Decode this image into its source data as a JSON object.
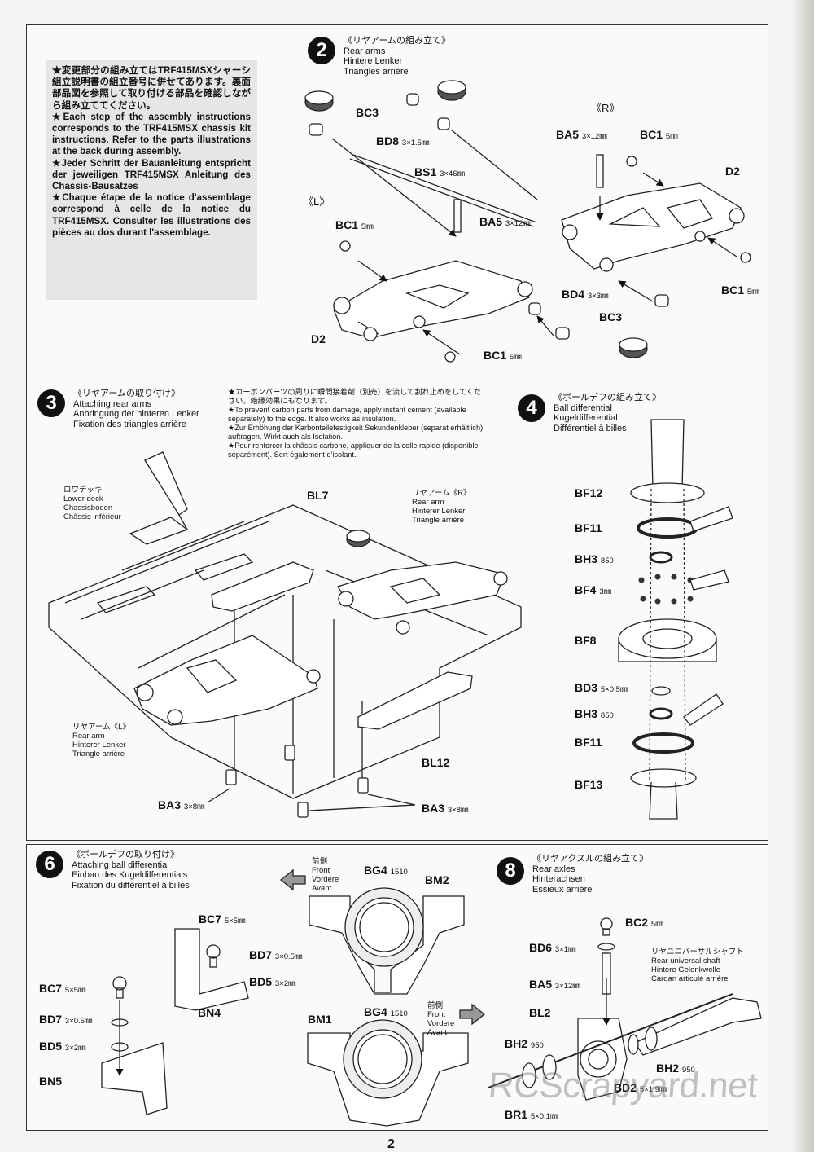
{
  "note": {
    "ja": "★変更部分の組み立てはTRF415MSXシャーシ組立説明書の組立番号に併せてあります。裏面部品図を参照して取り付ける部品を確認しながら組み立ててください。",
    "en": "★Each step of the assembly instructions corresponds to the TRF415MSX chassis kit instructions. Refer to the parts illustrations at the back during assembly.",
    "de": "★Jeder Schritt der Bauanleitung entspricht der jeweiligen TRF415MSX Anleitung des Chassis-Bausatzes",
    "fr": "★Chaque étape de la notice d'assemblage correspond à celle de la notice du TRF415MSX. Consulter les illustrations des pièces au dos durant l'assemblage."
  },
  "step2": {
    "num": "2",
    "ja": "《リヤアームの組み立て》",
    "en": "Rear arms",
    "de": "Hintere Lenker",
    "fr": "Triangles arrière",
    "side_r": "《R》",
    "side_l": "《L》",
    "labels": {
      "bc3a": "BC3",
      "bd8": "BD8",
      "bd8_size": "3×1.5㎜",
      "bs1": "BS1",
      "bs1_size": "3×46㎜",
      "ba5_l": "BA5",
      "ba5_l_size": "3×12㎜",
      "bc1_l": "BC1",
      "bc1_l_size": "5㎜",
      "d2_l": "D2",
      "bc1_b": "BC1",
      "bc1_b_size": "5㎜",
      "ba5_r": "BA5",
      "ba5_r_size": "3×12㎜",
      "bc1_r": "BC1",
      "bc1_r_size": "5㎜",
      "d2_r": "D2",
      "bc1_r2": "BC1",
      "bc1_r2_size": "5㎜",
      "bd4": "BD4",
      "bd4_size": "3×3㎜",
      "bc3b": "BC3"
    }
  },
  "step3": {
    "num": "3",
    "ja": "《リヤアームの取り付け》",
    "en": "Attaching rear arms",
    "de": "Anbringung der hinteren Lenker",
    "fr": "Fixation des triangles arrière",
    "warn": [
      "★カーボンパーツの周りに瞬間接着剤（別売）を流して割れ止めをしてください。絶縁効果にもなります。",
      "★To prevent carbon parts from damage, apply instant cement (available separately) to the edge. It also works as insulation.",
      "★Zur Erhöhung der Karbonteilefestigkeit Sekundenkleber (separat erhältlich) auftragen. Wirkt auch als Isolation.",
      "★Pour renforcer la châssis carbone, appliquer de la colle rapide (disponible séparément). Sert également d'isolant."
    ],
    "lower_deck": [
      "ロワデッキ",
      "Lower deck",
      "Chassisboden",
      "Châssis inférieur"
    ],
    "rear_arm_r": [
      "リヤアーム《R》",
      "Rear arm",
      "Hinterer Lenker",
      "Triangle arrière"
    ],
    "rear_arm_l": [
      "リヤアーム《L》",
      "Rear arm",
      "Hinterer Lenker",
      "Triangle arrière"
    ],
    "bl7": "BL7",
    "bl12": "BL12",
    "ba3_l": "BA3",
    "ba3_l_size": "3×8㎜",
    "ba3_r": "BA3",
    "ba3_r_size": "3×8㎜"
  },
  "step4": {
    "num": "4",
    "ja": "《ボールデフの組み立て》",
    "en": "Ball differential",
    "de": "Kugeldifferential",
    "fr": "Différentiel à billes",
    "parts": [
      {
        "code": "BF12",
        "size": ""
      },
      {
        "code": "BF11",
        "size": ""
      },
      {
        "code": "BH3",
        "size": "850"
      },
      {
        "code": "BF4",
        "size": "3㎜"
      },
      {
        "code": "BF8",
        "size": ""
      },
      {
        "code": "BD3",
        "size": "5×0.5㎜"
      },
      {
        "code": "BH3",
        "size": "850"
      },
      {
        "code": "BF11",
        "size": ""
      },
      {
        "code": "BF13",
        "size": ""
      }
    ]
  },
  "step6": {
    "num": "6",
    "ja": "《ボールデフの取り付け》",
    "en": "Attaching ball differential",
    "de": "Einbau des Kugeldifferentials",
    "fr": "Fixation du différentiel à billes",
    "front_top": [
      "前側",
      "Front",
      "Vordere",
      "Avant"
    ],
    "front_bottom": [
      "前側",
      "Front",
      "Vordere",
      "Avant"
    ],
    "bc7a": "BC7",
    "bc7a_size": "5×5㎜",
    "bd7a": "BD7",
    "bd7a_size": "3×0.5㎜",
    "bd5a": "BD5",
    "bd5a_size": "3×2㎜",
    "bn4": "BN4",
    "bc7b": "BC7",
    "bc7b_size": "5×5㎜",
    "bd7b": "BD7",
    "bd7b_size": "3×0.5㎜",
    "bd5b": "BD5",
    "bd5b_size": "3×2㎜",
    "bn5": "BN5",
    "bg4a": "BG4",
    "bg4a_size": "1510",
    "bm2": "BM2",
    "bg4b": "BG4",
    "bg4b_size": "1510",
    "bm1": "BM1"
  },
  "step8": {
    "num": "8",
    "ja": "《リヤアクスルの組み立て》",
    "en": "Rear axles",
    "de": "Hinterachsen",
    "fr": "Essieux arrière",
    "shaft": [
      "リヤユニバーサルシャフト",
      "Rear universal shaft",
      "Hintere Gelenkwelle",
      "Cardan articulé arrière"
    ],
    "bc2": "BC2",
    "bc2_size": "5㎜",
    "bd6": "BD6",
    "bd6_size": "3×1㎜",
    "ba5": "BA5",
    "ba5_size": "3×12㎜",
    "bl2": "BL2",
    "bh2a": "BH2",
    "bh2a_size": "950",
    "bh2b": "BH2",
    "bh2b_size": "950",
    "bd2": "BD2",
    "bd2_size": "5×1.9㎜",
    "br1": "BR1",
    "br1_size": "5×0.1㎜"
  },
  "page_number": "2",
  "watermark": "RCScrapyard.net"
}
